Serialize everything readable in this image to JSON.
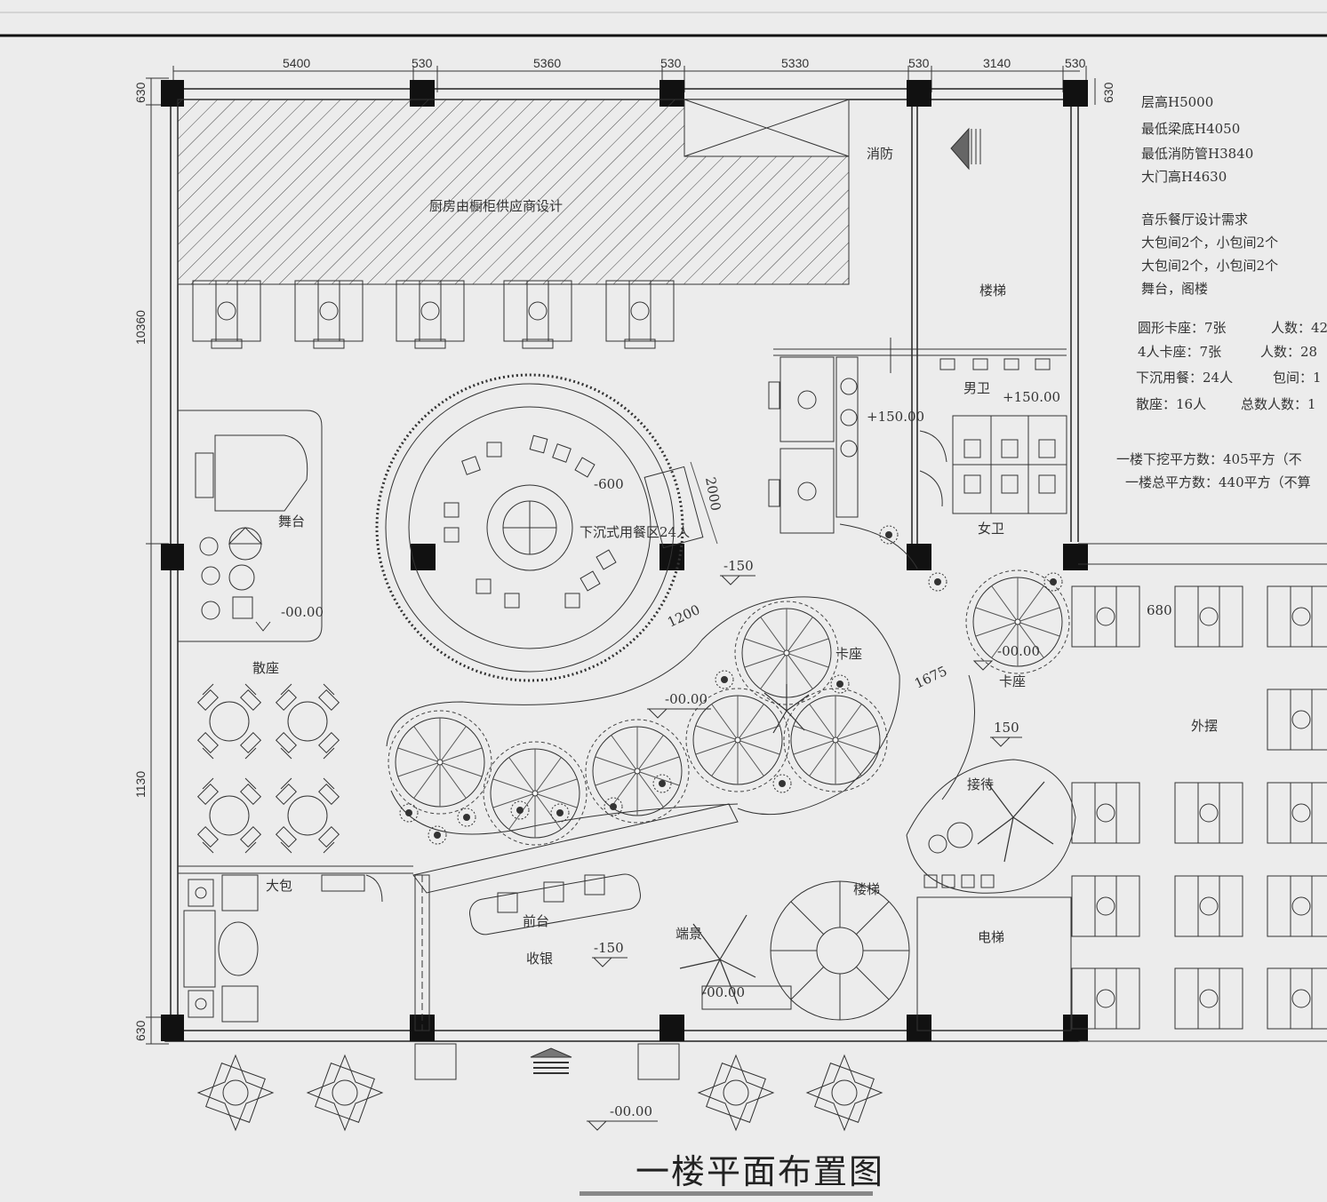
{
  "dimensions": {
    "top": [
      "5400",
      "530",
      "5360",
      "530",
      "5330",
      "530",
      "3140",
      "530"
    ],
    "left": [
      "630",
      "10360",
      "1130",
      "630"
    ],
    "right": [
      "630"
    ]
  },
  "notes": {
    "floor_height": "层高H5000",
    "beam_bottom": "最低梁底H4050",
    "fire_pipe": "最低消防管H3840",
    "door_height": "大门高H4630",
    "req_title": "音乐餐厅设计需求",
    "req_line1": "大包间2个，小包间2个",
    "req_line2": "大包间2个，小包间2个",
    "req_line3": "舞台，阁楼",
    "stat_round": "圆形卡座：7张",
    "stat_round_people": "人数：42",
    "stat_four": "4人卡座：7张",
    "stat_four_people": "人数：28",
    "stat_sunken": "下沉用餐：24人",
    "stat_room": "包间：1",
    "stat_scatter": "散座：16人",
    "stat_total": "总数人数：1",
    "area_dig": "一楼下挖平方数：405平方（不",
    "area_total": "一楼总平方数：440平方（不算"
  },
  "labels": {
    "kitchen": "厨房由橱柜供应商设计",
    "fire": "消防",
    "stairs_top": "楼梯",
    "stage": "舞台",
    "sunken": "下沉式用餐区24人",
    "sunken_level": "-600",
    "dim_2000": "2000",
    "dim_1200": "1200",
    "dim_1675": "1675",
    "dim_680": "680",
    "level_m150_a": "-150",
    "level_m150_b": "-150",
    "level_150": "150",
    "level_p150_a": "+150.00",
    "level_p150_b": "+150.00",
    "level_00_stage": "-00.00",
    "level_00_mid": "-00.00",
    "level_00_right": "-00.00",
    "level_00_bottom": "-00.00",
    "level_00_garden": "-00.00",
    "scatter": "散座",
    "booth1": "卡座",
    "booth2": "卡座",
    "male_wc": "男卫",
    "female_wc": "女卫",
    "outdoor": "外摆",
    "reception": "接待",
    "stairs_bottom": "楼梯",
    "elevator": "电梯",
    "big_room": "大包",
    "front_desk": "前台",
    "cashier": "收银",
    "garden": "端景"
  },
  "title": "一楼平面布置图"
}
